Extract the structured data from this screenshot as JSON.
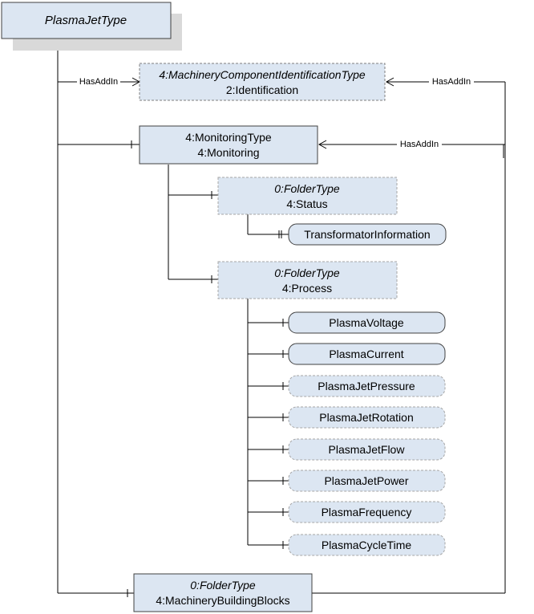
{
  "diagram": {
    "root": {
      "label": "PlasmaJetType"
    },
    "identification": {
      "type_label": "4:MachineryComponentIdentificationType",
      "name_label": "2:Identification"
    },
    "monitoring": {
      "type_label": "4:MonitoringType",
      "name_label": "4:Monitoring"
    },
    "status": {
      "type_label": "0:FolderType",
      "name_label": "4:Status"
    },
    "process": {
      "type_label": "0:FolderType",
      "name_label": "4:Process"
    },
    "building_blocks": {
      "type_label": "0:FolderType",
      "name_label": "4:MachineryBuildingBlocks"
    },
    "variables": {
      "transformator": "TransformatorInformation",
      "plasma_voltage": "PlasmaVoltage",
      "plasma_current": "PlasmaCurrent",
      "plasma_jet_pressure": "PlasmaJetPressure",
      "plasma_jet_rotation": "PlasmaJetRotation",
      "plasma_jet_flow": "PlasmaJetFlow",
      "plasma_jet_power": "PlasmaJetPower",
      "plasma_frequency": "PlasmaFrequency",
      "plasma_cycle_time": "PlasmaCycleTime"
    },
    "references": {
      "has_add_in_1": "HasAddIn",
      "has_add_in_2": "HasAddIn",
      "has_add_in_3": "HasAddIn"
    },
    "colors": {
      "node_fill": "#dce6f2",
      "stroke": "#404040",
      "shadow": "#d9d9d9",
      "line": "#000000"
    }
  }
}
